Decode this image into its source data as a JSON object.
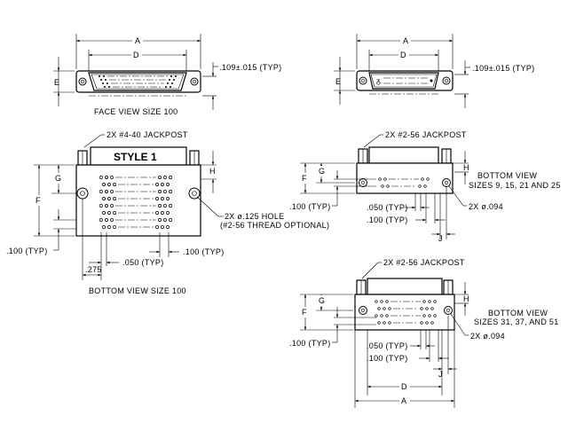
{
  "labels": {
    "dim_a": "A",
    "dim_d": "D",
    "dim_e": "E",
    "dim_f": "F",
    "dim_g": "G",
    "dim_h": "H",
    "thickness": ".109±.015 (TYP)",
    "face_view": "FACE VIEW SIZE 100",
    "style": "STYLE 1",
    "jackpost_440": "2X #4-40 JACKPOST",
    "jackpost_256": "2X #2-56 JACKPOST",
    "hole_125": "2X ø.125 HOLE",
    "thread_optional": "(#2-56 THREAD OPTIONAL)",
    "pitch_100": ".100 (TYP)",
    "pitch_050": ".050 (TYP)",
    "dim_275": ".275",
    "bottom_view_100": "BOTTOM VIEW SIZE 100",
    "hole_094": "2X ø.094",
    "dim_j": "J",
    "bottom_view": "BOTTOM VIEW",
    "sizes_small": "SIZES 9, 15, 21 AND 25",
    "sizes_large": "SIZES 31, 37, AND 51"
  }
}
